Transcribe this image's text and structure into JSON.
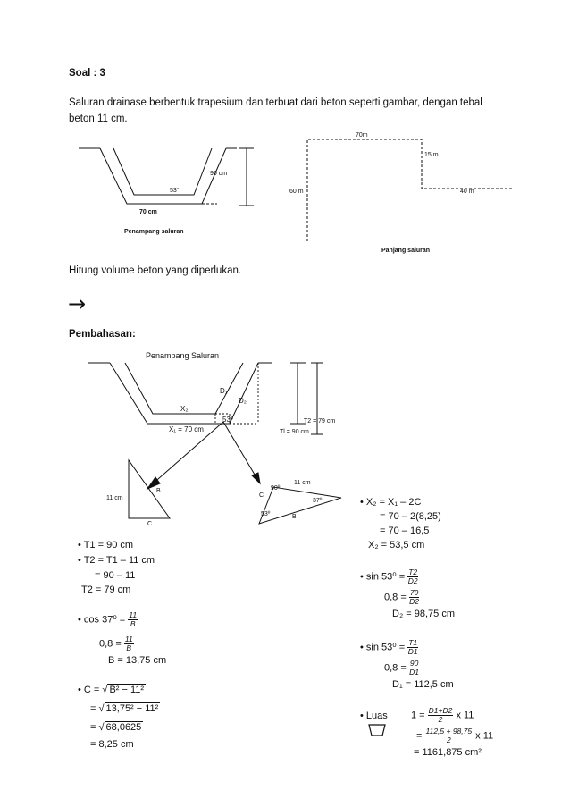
{
  "soal": {
    "title": "Soal  : 3"
  },
  "problem": {
    "line1": "Saluran drainase berbentuk trapesium dan terbuat dari beton seperti gambar, dengan tebal",
    "line2": "beton 11 cm.",
    "question": "Hitung volume beton yang diperlukan."
  },
  "fig1": {
    "dim_height": "90 cm",
    "angle": "53°",
    "bottom_width": "70 cm",
    "caption": "Penampang saluran"
  },
  "fig2": {
    "top": "70m",
    "right_step": "15 m",
    "left": "60 m",
    "bottom_right": "40 m",
    "caption": "Panjang saluran"
  },
  "arrow_glyph": "→",
  "pembahasan": {
    "title": "Pembahasan:"
  },
  "fig3": {
    "caption": "Penampang Saluran",
    "d1": "D₁",
    "d2": "D₂",
    "x2": "X₂",
    "angle": "53º",
    "x1": "X₁ = 70 cm",
    "t2": "T2 = 79 cm",
    "t1": "Tl = 90 cm"
  },
  "tri_left": {
    "side": "11 cm",
    "b": "B",
    "c": "C"
  },
  "tri_right": {
    "side": "11 cm",
    "c": "C",
    "angle90": "90º",
    "angle37": "37º",
    "angle53": "53º",
    "b": "B"
  },
  "calc_left": {
    "t1": "• T1 = 90 cm",
    "t2a": "• T2 = T1 – 11 cm",
    "t2b": "= 90 – 11",
    "t2c": "T2 = 79 cm",
    "cos_head": "• cos 37⁰ =",
    "cos_num": "11",
    "cos_den": "B",
    "cos2_head": "0,8 =",
    "cos2_num": "11",
    "cos2_den": "B",
    "cos3": "B = 13,75 cm",
    "c_head": "• C =",
    "c_sqrt1": "B² − 11²",
    "c_eq2": "=",
    "c_sqrt2": "13,75² − 11²",
    "c_eq3": "=",
    "c_sqrt3": "68,0625",
    "c_res": "= 8,25 cm"
  },
  "calc_right": {
    "x2a": "• X₂ = X₁ – 2C",
    "x2b": "= 70 – 2(8,25)",
    "x2c": "= 70 – 16,5",
    "x2d": "X₂ = 53,5 cm",
    "sin1_head": "• sin 53⁰ =",
    "sin1_num": "T2",
    "sin1_den": "D2",
    "sin1b_head": "0,8 =",
    "sin1b_num": "79",
    "sin1b_den": "D2",
    "sin1c": "D₂ = 98,75 cm",
    "sin2_head": "• sin 53⁰ =",
    "sin2_num": "T1",
    "sin2_den": "D1",
    "sin2b_head": "0,8 =",
    "sin2b_num": "90",
    "sin2b_den": "D1",
    "sin2c": "D₁ = 112,5 cm",
    "luas_label": "• Luas",
    "luas1_head": "1 =",
    "luas1_num": "D1+D2",
    "luas1_den": "2",
    "luas1_tail": "x 11",
    "luas2_head": "=",
    "luas2_num": "112,5 + 98,75",
    "luas2_den": "2",
    "luas2_tail": "x 11",
    "luas3": "= 1161,875 cm²"
  }
}
